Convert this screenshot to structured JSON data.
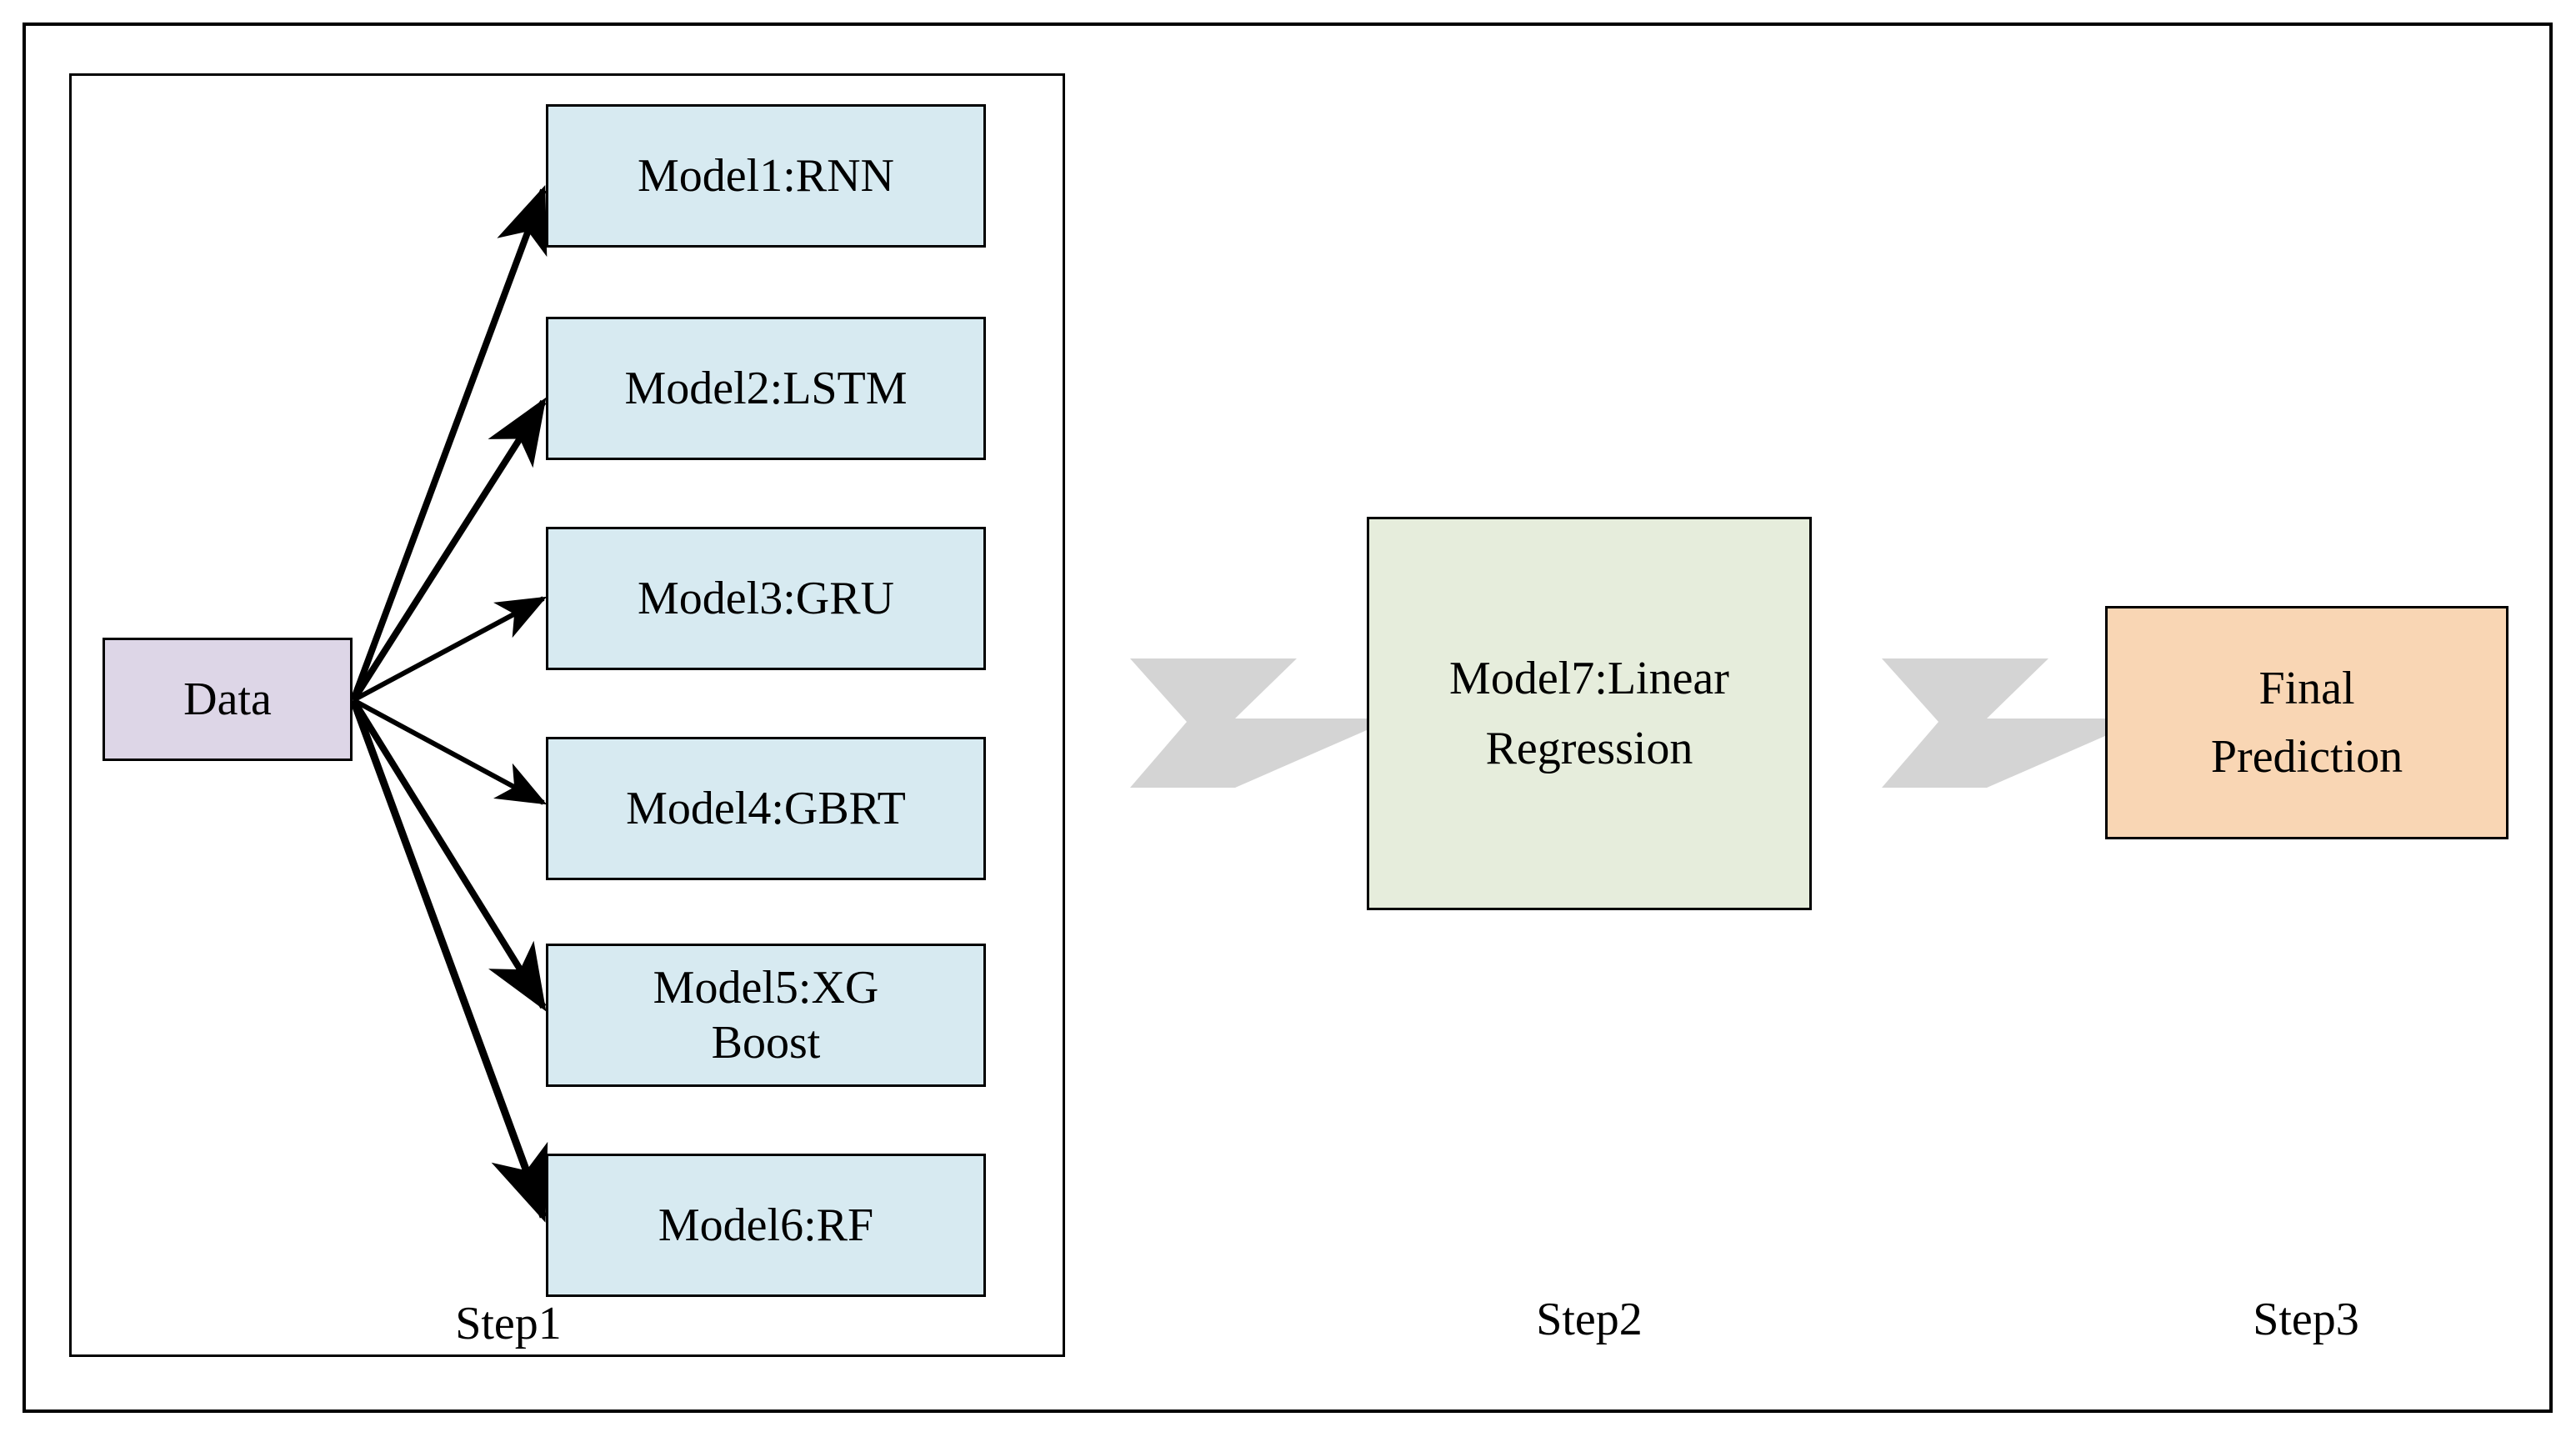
{
  "diagram": {
    "title_visible": false,
    "colors": {
      "model_box_fill": "#D7EAF1",
      "data_box_fill": "#DDD6E7",
      "meta_model_fill": "#E6EDDC",
      "final_fill": "#F9D6B4",
      "arrow_gray": "#D4D4D4",
      "stroke": "#000000",
      "background": "#FFFFFF"
    },
    "step1": {
      "label": "Step1",
      "source": {
        "label": "Data"
      },
      "models": [
        {
          "label": "Model1:RNN"
        },
        {
          "label": "Model2:LSTM"
        },
        {
          "label": "Model3:GRU"
        },
        {
          "label": "Model4:GBRT"
        },
        {
          "label": "Model5:XG Boost",
          "line1": "Model5:XG",
          "line2": "Boost"
        },
        {
          "label": "Model6:RF"
        }
      ]
    },
    "step2": {
      "label": "Step2",
      "meta_model": {
        "label": "Model7:Linear Regression",
        "line1": "Model7:Linear",
        "line2": "Regression"
      }
    },
    "step3": {
      "label": "Step3",
      "output": {
        "label": "Final Prediction",
        "line1": "Final",
        "line2": "Prediction"
      }
    },
    "connectors": {
      "fan_out_count": 6,
      "block_arrow_1": "arrow-right-step1-to-step2",
      "block_arrow_2": "arrow-right-step2-to-step3"
    }
  }
}
